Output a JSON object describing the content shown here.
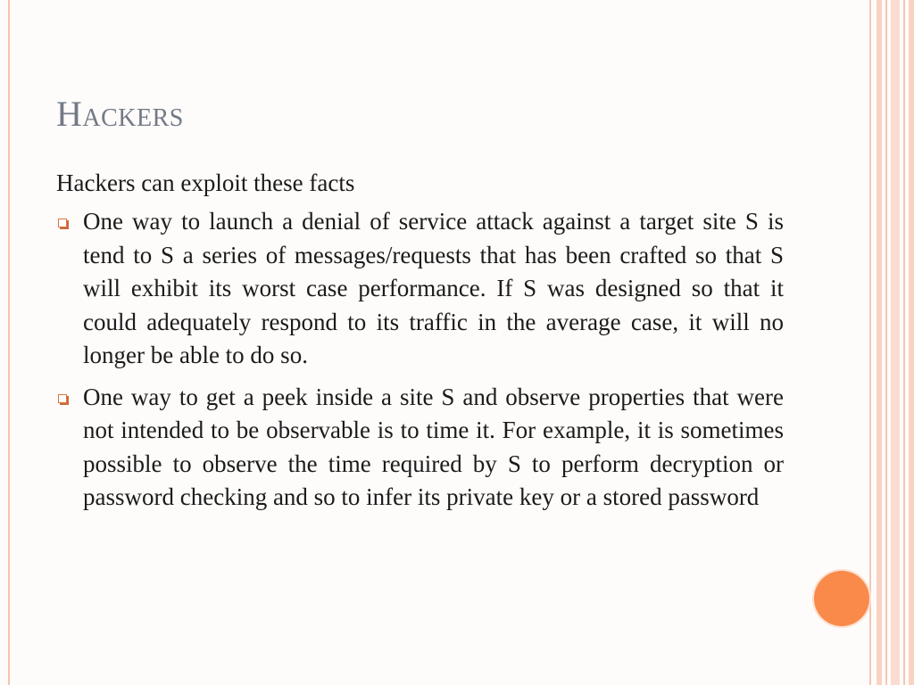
{
  "slide": {
    "title": "Hackers",
    "intro": "Hackers can exploit these facts",
    "bullets": [
      {
        "icon": "square-bullet-icon",
        "text": "One way to launch a denial of service attack against a target site S is tend to S a series of messages/requests that has been crafted so that S will exhibit its worst case performance. If S was designed so that it could adequately respond to its traffic in the average case, it will no longer be able to do so."
      },
      {
        "icon": "square-bullet-icon",
        "text": "One way to get a peek inside a site S and observe properties that were not intended to be observable is to time it. For example, it is sometimes possible to observe the time required by S to perform decryption or password checking and so to infer its private key or a stored password"
      }
    ]
  },
  "colors": {
    "title": "#727a86",
    "text": "#1b1b1b",
    "accent": "#f98a4a",
    "border": "#f6c3ae"
  }
}
